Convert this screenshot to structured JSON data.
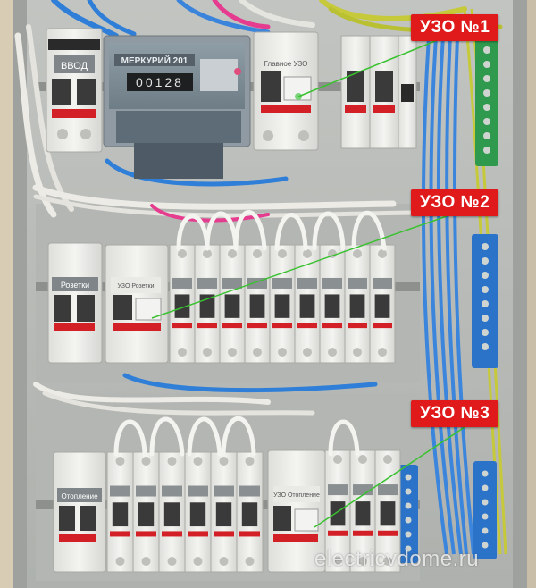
{
  "callouts": {
    "rcd1": "УЗО №1",
    "rcd2": "УЗО №2",
    "rcd3": "УЗО №3"
  },
  "meter": {
    "brand": "МЕРКУРИЙ 201",
    "reading": "00128"
  },
  "module_labels": {
    "input": "ВВОД",
    "main_rcd": "Главное УЗО",
    "sockets": "Розетки",
    "rcd_sockets": "УЗО Розетки",
    "heating": "Отопление",
    "rcd_heating": "УЗО Отопление"
  },
  "watermark": "electricvdome.ru",
  "colors": {
    "callout_bg": "#e0191b",
    "pointer_line": "#39c22f",
    "breaker_body": "#eeeeea",
    "breaker_handle": "#3a3a3a",
    "bus_green": "#2f9a4e",
    "bus_blue": "#2b73c9"
  }
}
